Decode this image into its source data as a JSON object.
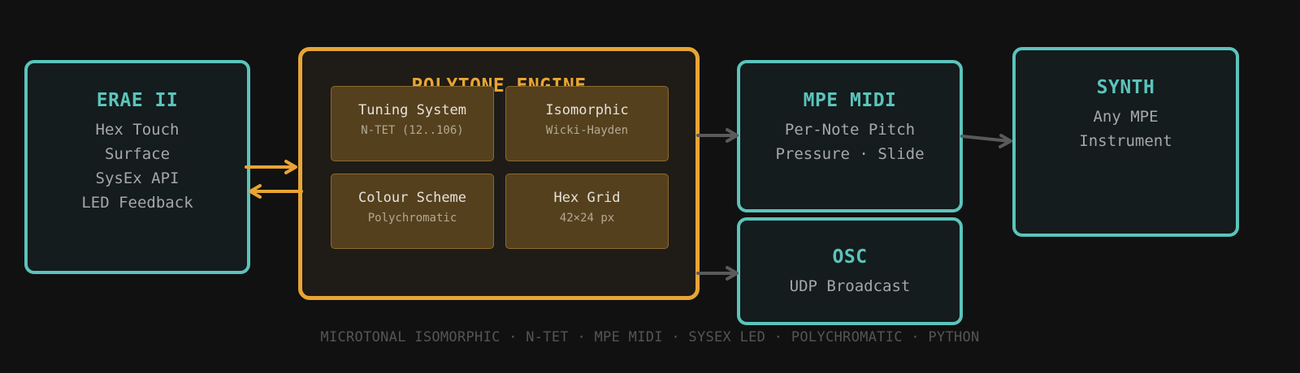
{
  "erae": {
    "title": "ERAE II",
    "lines": [
      "Hex Touch",
      "Surface",
      "SysEx API",
      "LED Feedback"
    ]
  },
  "engine": {
    "title": "POLYTONE ENGINE",
    "modules": [
      {
        "label": "Tuning System",
        "sub": "N-TET (12..106)"
      },
      {
        "label": "Isomorphic",
        "sub": "Wicki-Hayden"
      },
      {
        "label": "Colour Scheme",
        "sub": "Polychromatic"
      },
      {
        "label": "Hex Grid",
        "sub": "42×24 px"
      }
    ]
  },
  "mpe": {
    "title": "MPE MIDI",
    "lines": [
      "Per-Note Pitch",
      "Pressure · Slide"
    ]
  },
  "osc": {
    "title": "OSC",
    "lines": [
      "UDP Broadcast"
    ]
  },
  "synth": {
    "title": "SYNTH",
    "lines": [
      "Any MPE",
      "Instrument"
    ]
  },
  "footer": "MICROTONAL ISOMORPHIC · N-TET · MPE MIDI · SYSEX LED · POLYCHROMATIC · PYTHON",
  "colors": {
    "background": "#111111",
    "teal": "#5bc4bc",
    "orange": "#e8a534",
    "gray_arrow": "#5a5a5a"
  }
}
